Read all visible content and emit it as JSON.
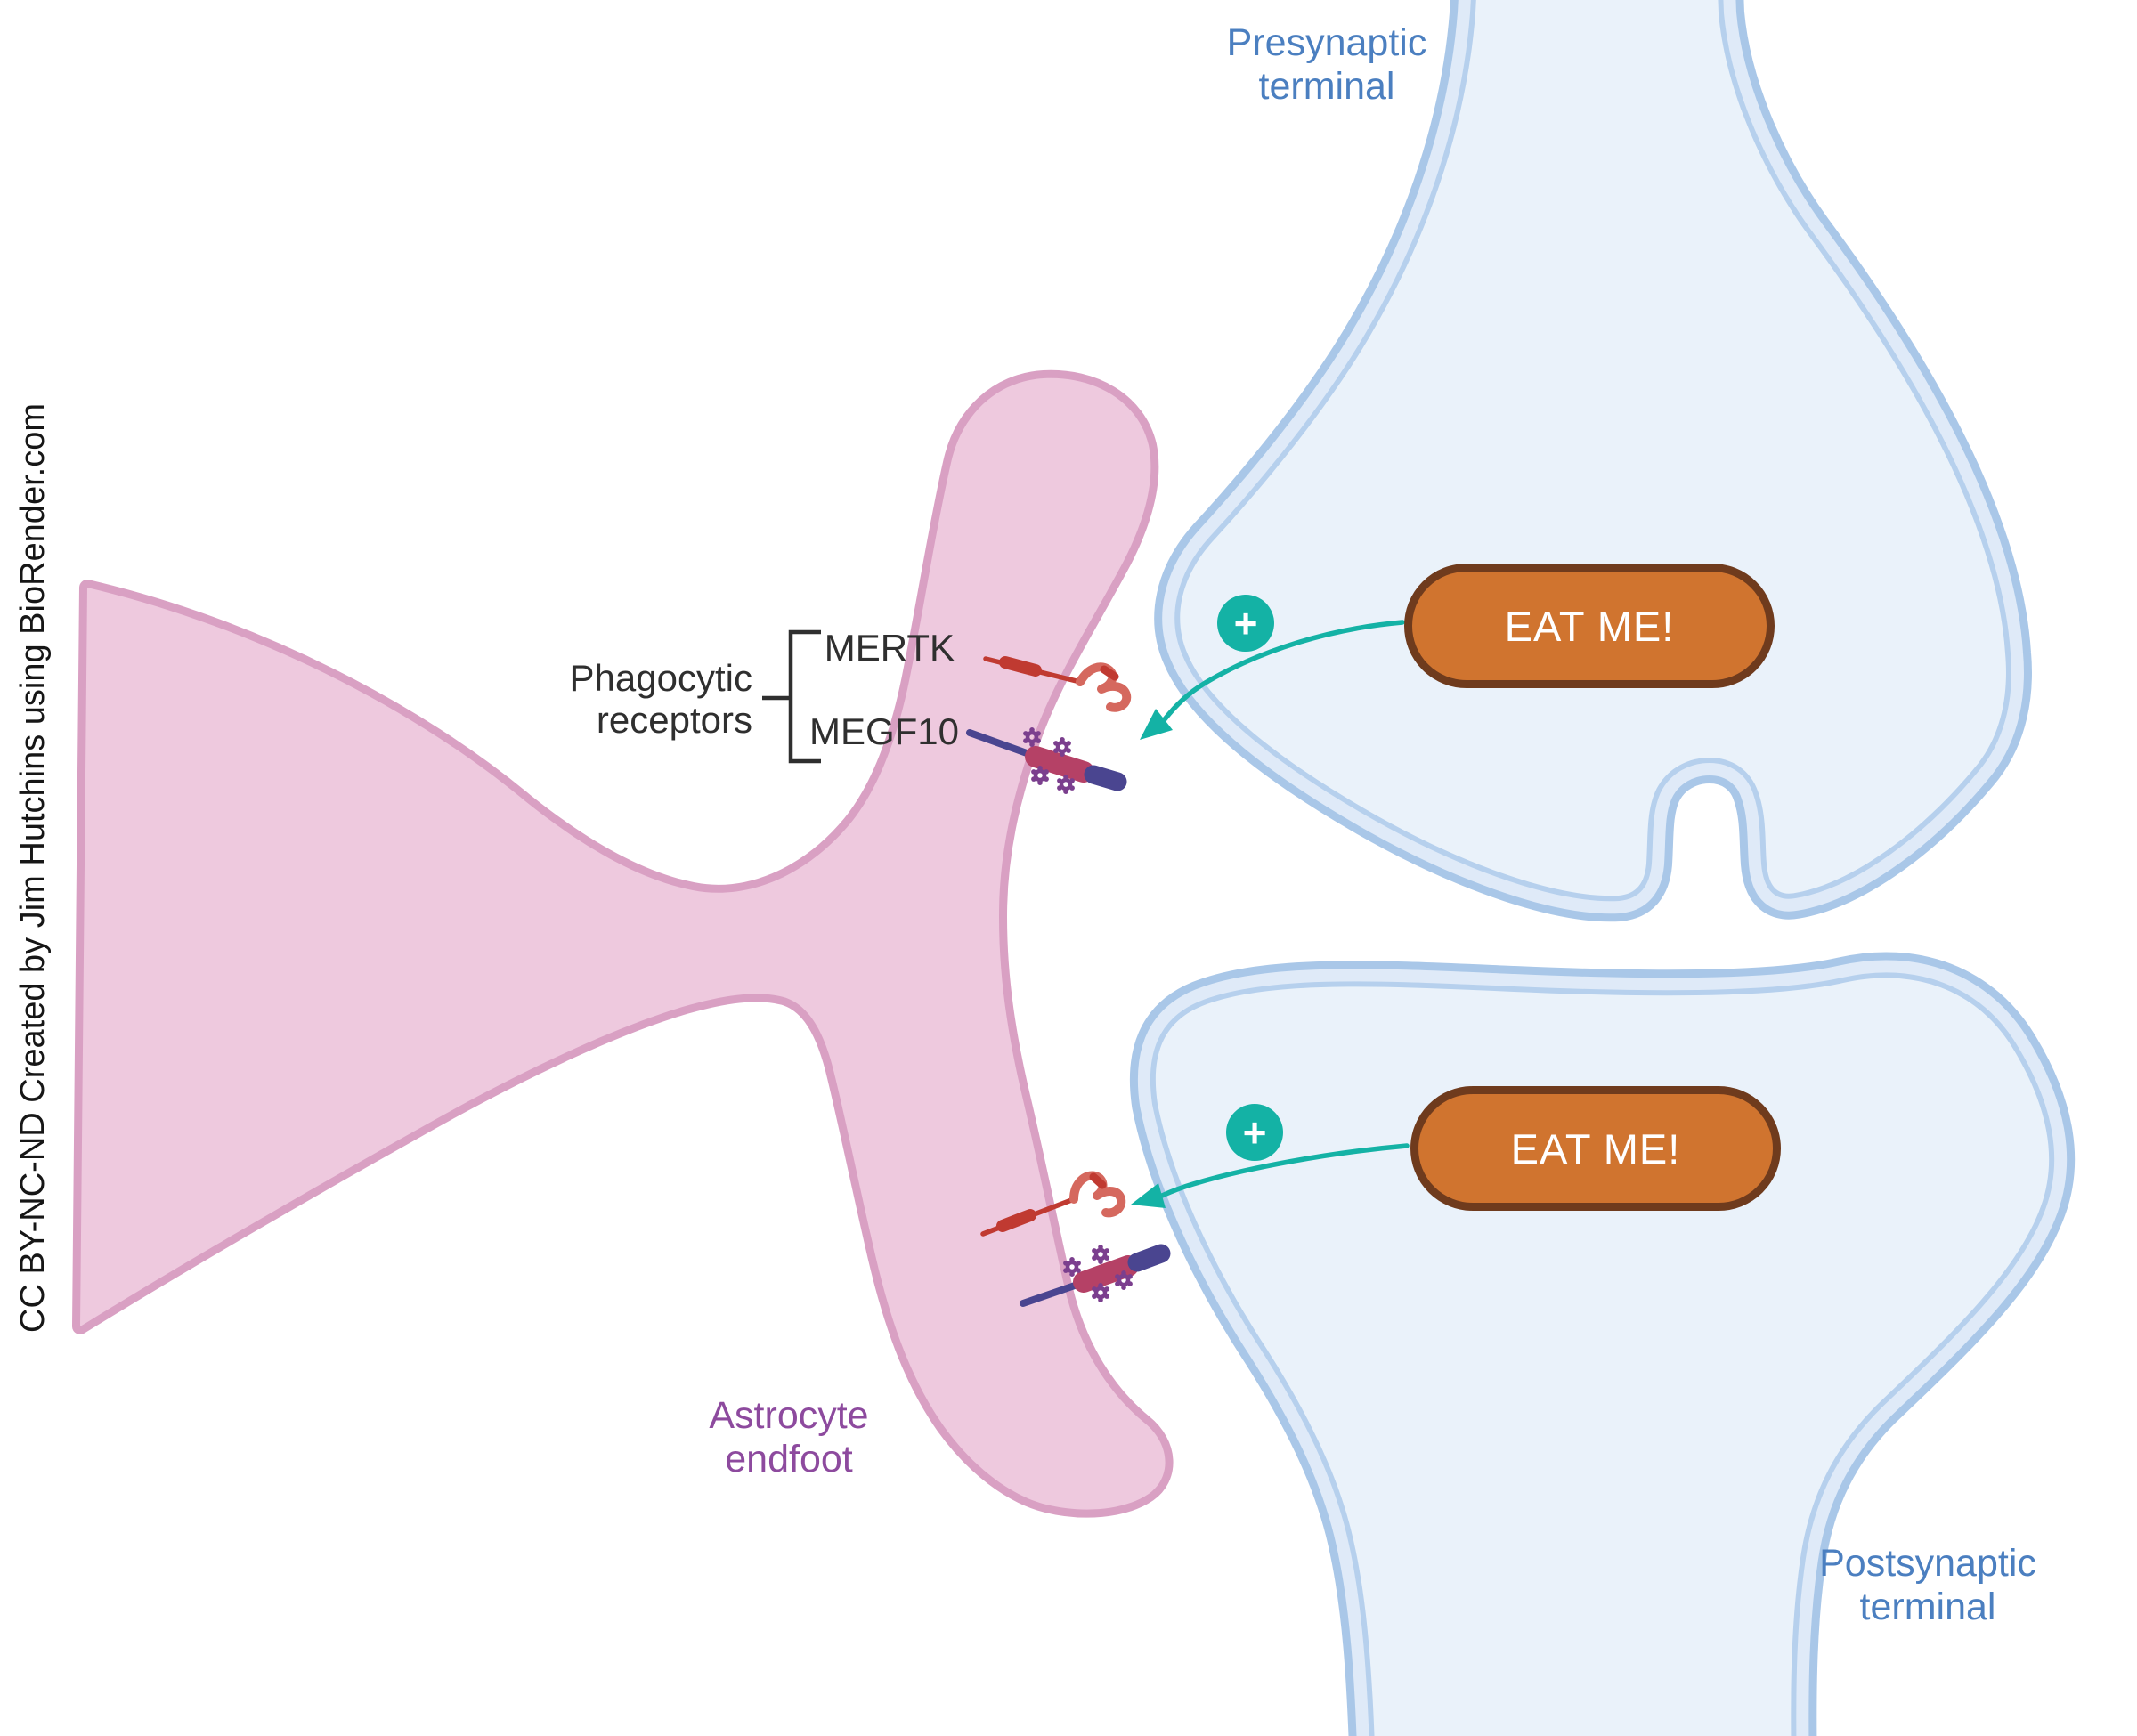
{
  "labels": {
    "presynaptic_terminal": "Presynaptic\nterminal",
    "postsynaptic_terminal": "Postsynaptic\nterminal",
    "astrocyte_endfoot": "Astrocyte\nendfoot",
    "phagocytic_receptors": "Phagocytic\nreceptors",
    "mertk": "MERTK",
    "megf10": "MEGF10"
  },
  "badges": {
    "eat_me_top": "EAT ME!",
    "eat_me_bottom": "EAT ME!"
  },
  "markers": {
    "plus_top": "+",
    "plus_bottom": "+"
  },
  "credit": "CC BY-NC-ND Created by Jim Hutchins using BioRender.com",
  "icons": {
    "plus": "plus-in-teal-circle",
    "mertk_receptor": "red transmembrane rod with ribbon ectodomain",
    "megf10_receptor": "indigo-crimson transmembrane rod with purple gear glycans",
    "arrow": "teal curved signal arrow"
  },
  "colors": {
    "terminal_fill": "#eaf2fa",
    "membrane_blue": "#a9c7e8",
    "membrane_band": "#dfeaf8",
    "astrocyte_fill": "#eec9de",
    "astrocyte_stroke": "#d9a0c3",
    "label_blue": "#4b7fc0",
    "label_purple": "#8d4a9e",
    "label_dark": "#2f2f2f",
    "badge_orange": "#d0742f",
    "badge_border": "#6f3b1d",
    "signal_teal": "#14b2a5",
    "mertk_red": "#c03a31",
    "mertk_ribbon": "#d5685e",
    "megf10_indigo": "#4a4590",
    "megf10_crimson": "#b54166",
    "gear_purple": "#7b3f8e"
  }
}
